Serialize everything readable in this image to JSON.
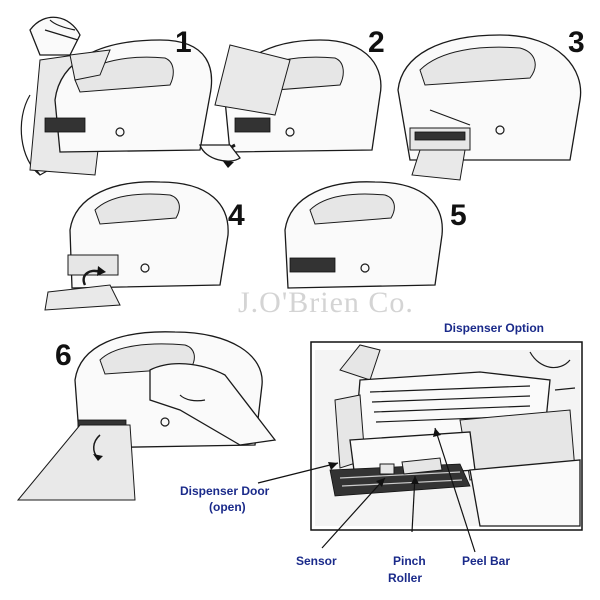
{
  "steps": [
    {
      "number": "1"
    },
    {
      "number": "2"
    },
    {
      "number": "3"
    },
    {
      "number": "4"
    },
    {
      "number": "5"
    },
    {
      "number": "6"
    }
  ],
  "watermark": "J.O'Brien Co.",
  "detail": {
    "title": "Dispenser Option",
    "callouts": {
      "dispenser_door_line1": "Dispenser Door",
      "dispenser_door_line2": "(open)",
      "sensor": "Sensor",
      "pinch_roller_line1": "Pinch",
      "pinch_roller_line2": "Roller",
      "peel_bar": "Peel Bar"
    }
  },
  "colors": {
    "callout_text": "#1a2a8a",
    "line_art": "#1a1a1a"
  }
}
